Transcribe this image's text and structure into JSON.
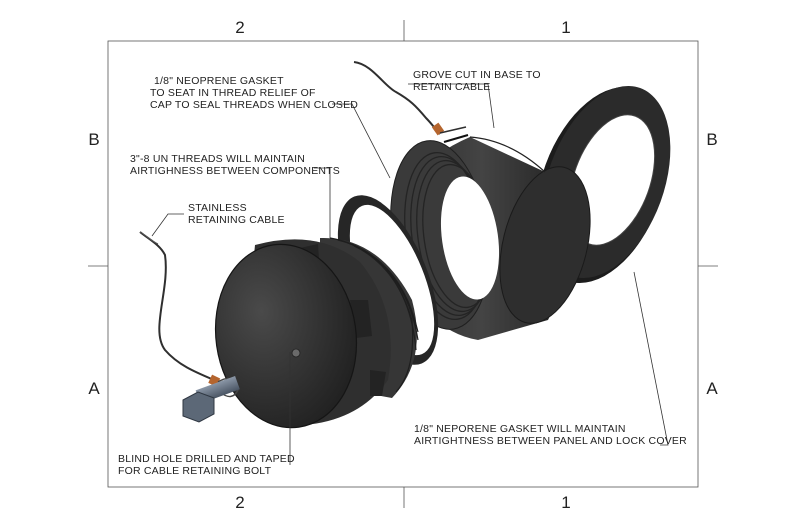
{
  "drawing": {
    "zones": {
      "top_left": "2",
      "top_right": "1",
      "bottom_left": "2",
      "bottom_right": "1",
      "left_upper": "B",
      "left_lower": "A",
      "right_upper": "B",
      "right_lower": "A"
    },
    "callouts": {
      "neoprene_gasket": [
        "1/8\" NEOPRENE GASKET",
        "TO SEAT IN THREAD RELIEF OF",
        "CAP TO SEAL THREADS WHEN CLOSED"
      ],
      "grove_cut": [
        "GROVE CUT IN BASE TO",
        "RETAIN CABLE"
      ],
      "un_threads": [
        "3\"-8 UN THREADS WILL MAINTAIN",
        "AIRTIGHNESS BETWEEN COMPONENTS"
      ],
      "retaining_cable": [
        "STAINLESS",
        "RETAINING CABLE"
      ],
      "blind_hole": [
        "BLIND HOLE DRILLED AND TAPED",
        "FOR CABLE RETAINING BOLT"
      ],
      "lock_cover_gasket": [
        "1/8\" NEPORENE GASKET WILL MAINTAIN",
        "AIRTIGHTNESS BETWEEN PANEL AND LOCK COVER"
      ]
    },
    "colors": {
      "part_dark": "#2a2a2a",
      "part_mid": "#3c3c3c",
      "part_light": "#5a5a5a",
      "line": "#333333",
      "copper_crimp": "#b5652e"
    }
  }
}
